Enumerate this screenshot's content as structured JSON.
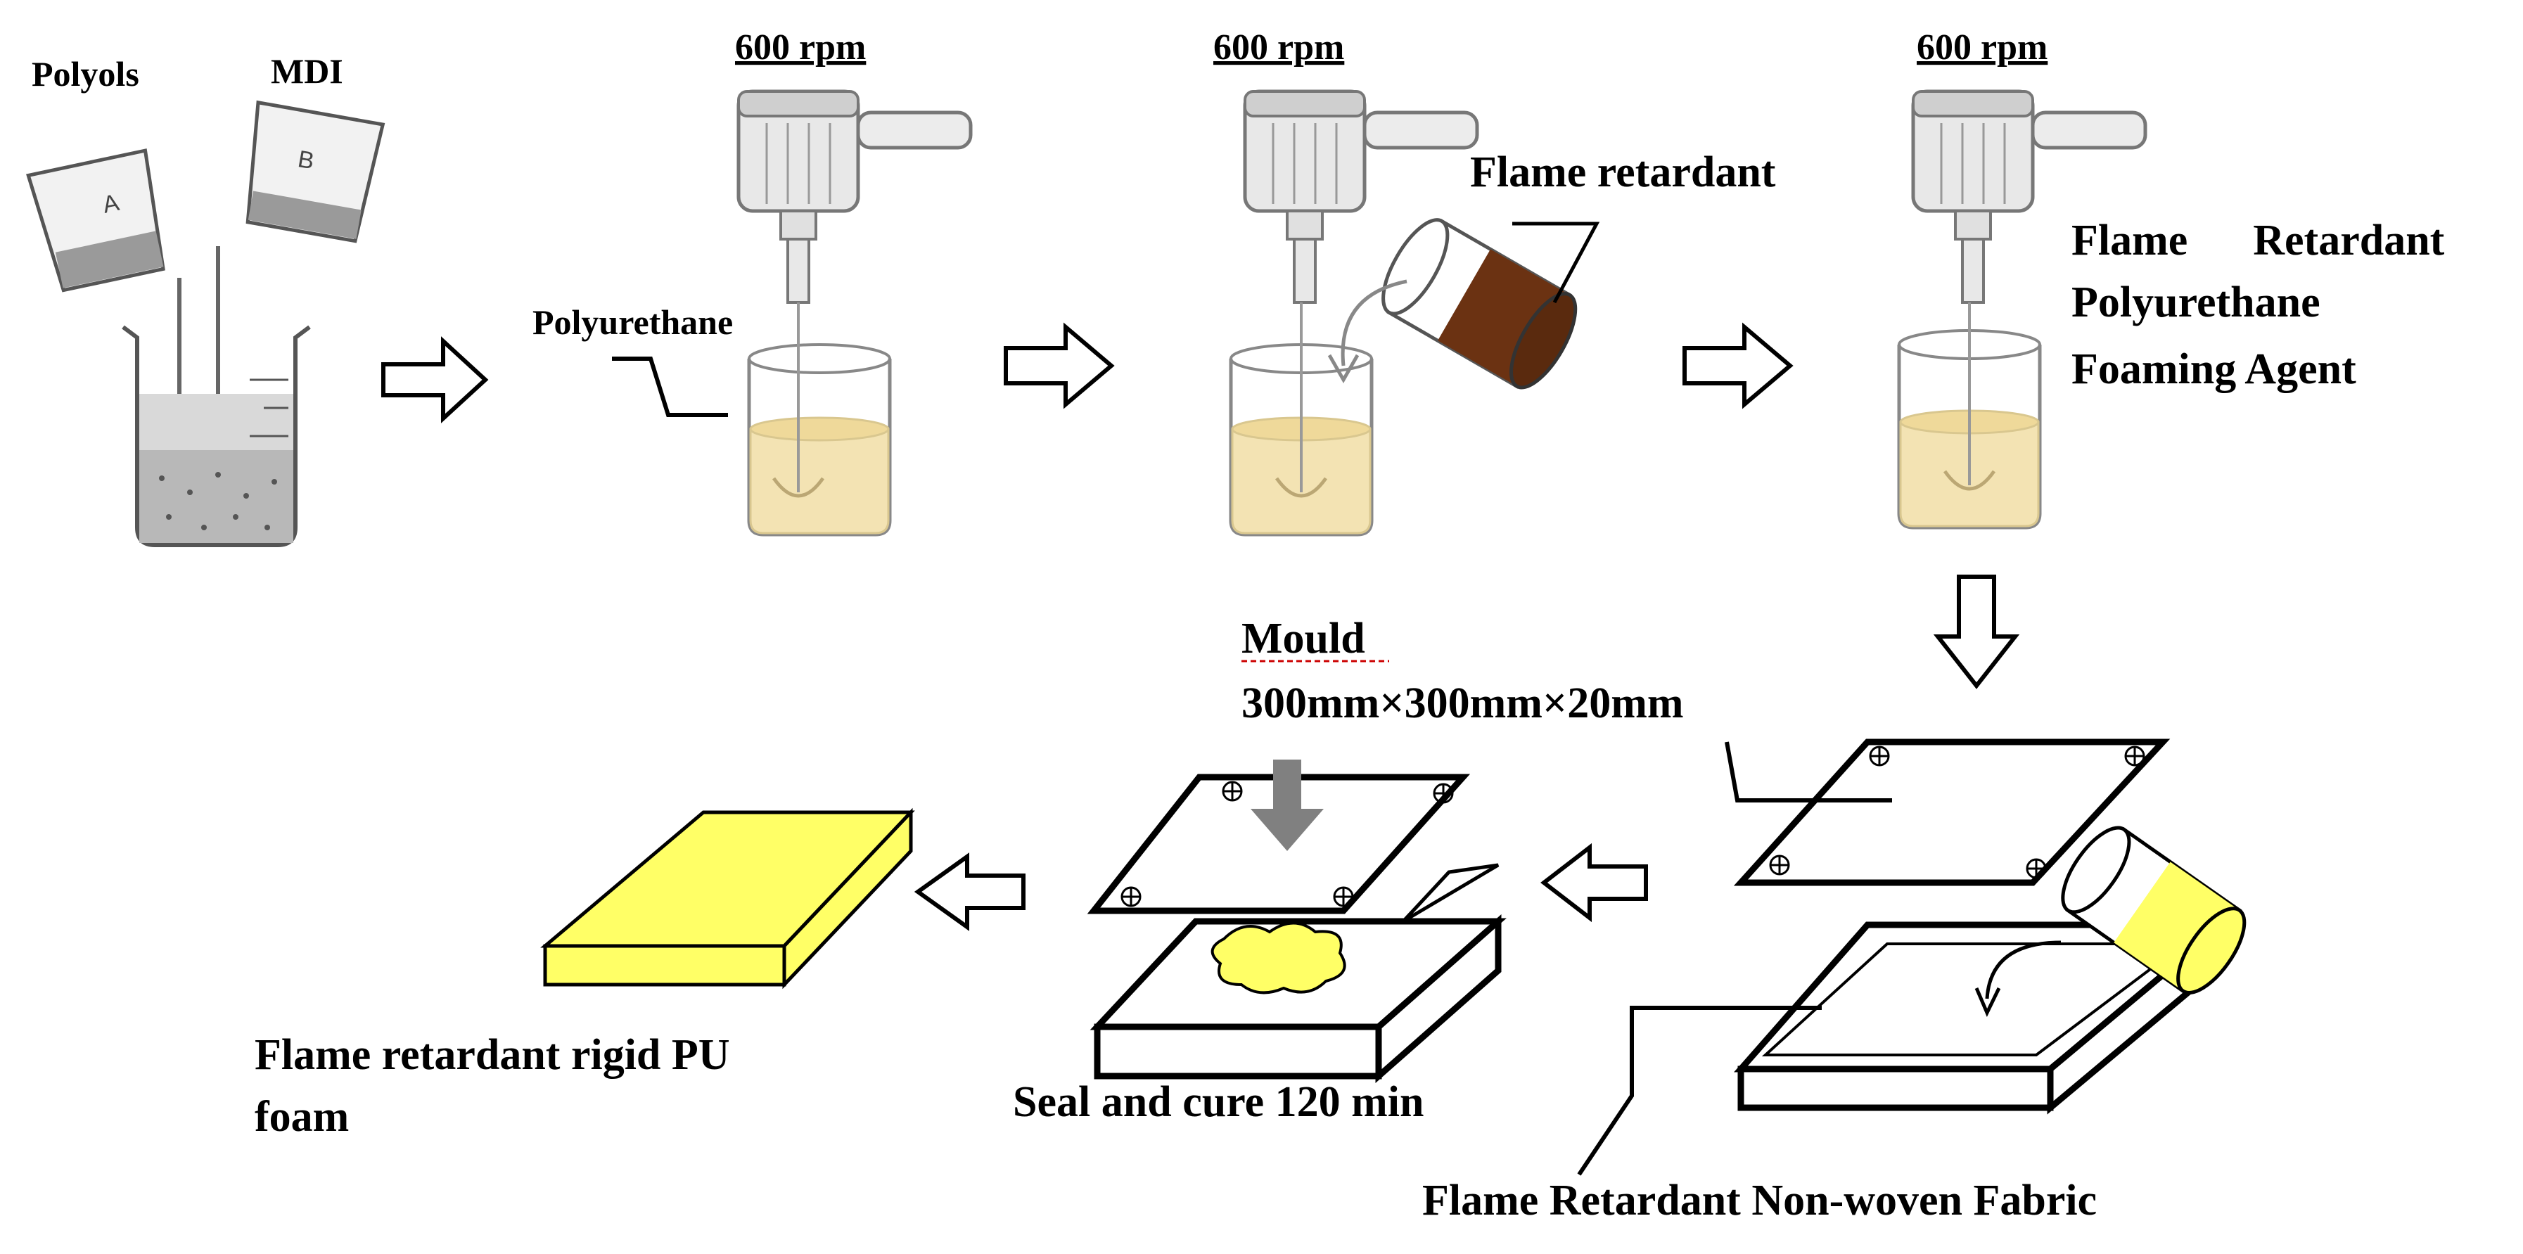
{
  "labels": {
    "polyols": "Polyols",
    "mdi": "MDI",
    "beaker_a": "A",
    "beaker_b": "B",
    "rpm_1": "600 rpm",
    "rpm_2": "600 rpm",
    "rpm_3": "600 rpm",
    "polyurethane": "Polyurethane",
    "flame_retardant": "Flame retardant",
    "foaming_agent_line1": "Flame      Retardant",
    "foaming_agent_line2": "Polyurethane",
    "foaming_agent_line3": "Foaming Agent",
    "mould_title": "Mould",
    "mould_size": "300mm×300mm×20mm",
    "non_woven": "Flame Retardant Non-woven Fabric",
    "seal_cure": "Seal and cure 120 min",
    "final_line1": "Flame retardant rigid PU",
    "final_line2": "foam"
  },
  "colors": {
    "liquid_yellow": "#f3e3b3",
    "liquid_yellow_edge": "#d9c78f",
    "retardant_brown": "#6b3212",
    "foam_yellow": "#ffff66",
    "arrow_gray": "#808080"
  }
}
